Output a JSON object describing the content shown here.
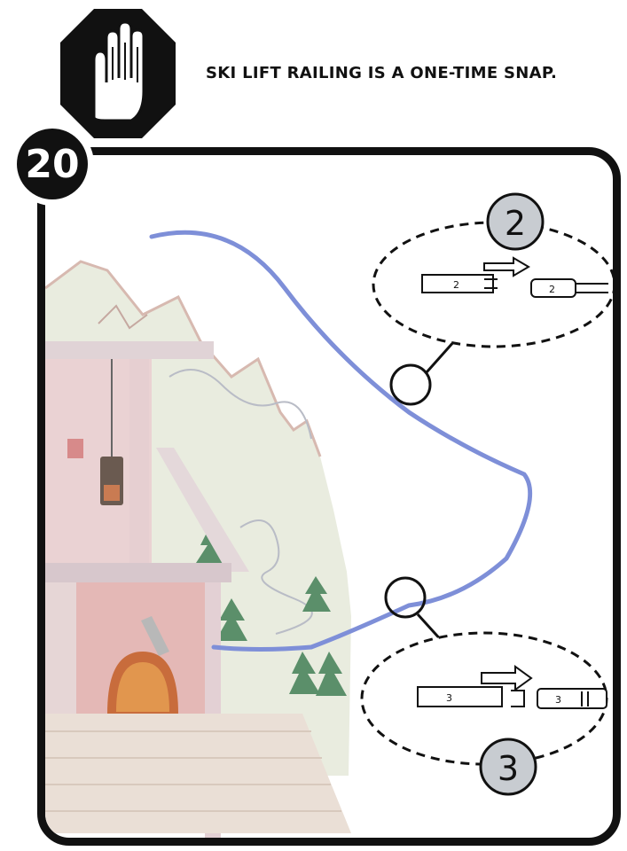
{
  "header": {
    "warning_text": "SKI LIFT RAILING IS A ONE-TIME SNAP.",
    "stop_icon": "stop-hand-icon"
  },
  "step": {
    "number": "20"
  },
  "callouts": {
    "top": {
      "label": "2",
      "part_left": "2",
      "part_right": "2"
    },
    "bottom": {
      "label": "3",
      "part_left": "3",
      "part_right": "3"
    }
  },
  "colors": {
    "ink": "#111111",
    "railing": "#7e8fd8",
    "label_circle": "#c8ccd1"
  }
}
